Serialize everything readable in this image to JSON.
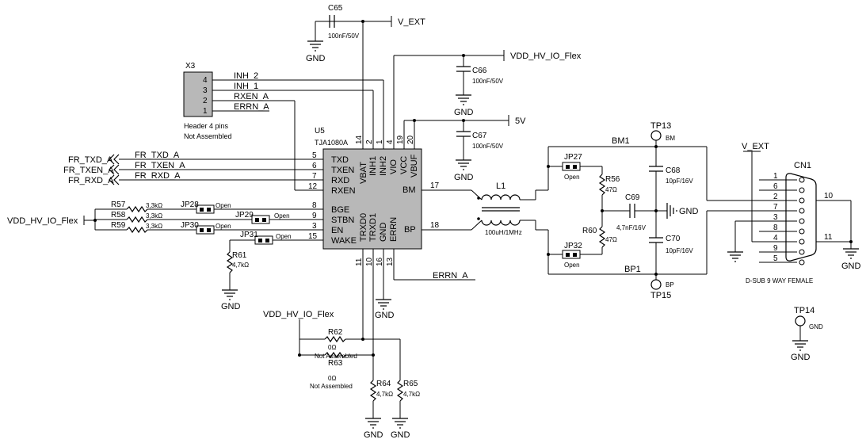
{
  "ic": {
    "ref": "U5",
    "part": "TJA1080A",
    "left_pins": [
      {
        "num": "5",
        "name": "TXD"
      },
      {
        "num": "6",
        "name": "TXEN"
      },
      {
        "num": "7",
        "name": "RXD"
      },
      {
        "num": "12",
        "name": "RXEN"
      },
      {
        "num": "8",
        "name": "BGE"
      },
      {
        "num": "9",
        "name": "STBN"
      },
      {
        "num": "3",
        "name": "EN"
      },
      {
        "num": "15",
        "name": "WAKE"
      }
    ],
    "top_pins": [
      {
        "num": "14",
        "name": "VBAT"
      },
      {
        "num": "2",
        "name": "INH1"
      },
      {
        "num": "1",
        "name": "INH2"
      },
      {
        "num": "4",
        "name": "VIO"
      },
      {
        "num": "19",
        "name": "VCC"
      },
      {
        "num": "20",
        "name": "VBUF"
      }
    ],
    "bottom_pins": [
      {
        "num": "11",
        "name": "TRXD0"
      },
      {
        "num": "10",
        "name": "TRXD1"
      },
      {
        "num": "16",
        "name": "GND"
      },
      {
        "num": "13",
        "name": "ERRN"
      }
    ],
    "right_pins": [
      {
        "num": "17",
        "name": "BM"
      },
      {
        "num": "18",
        "name": "BP"
      }
    ]
  },
  "header": {
    "ref": "X3",
    "pins": [
      "4",
      "3",
      "2",
      "1"
    ],
    "nets": [
      "INH_2",
      "INH_1",
      "RXEN_A",
      "ERRN_A"
    ],
    "note1": "Header 4 pins",
    "note2": "Not Assembled"
  },
  "ports": {
    "fr_txd": "FR_TXD_A",
    "fr_txen": "FR_TXEN_A",
    "fr_rxd": "FR_RXD_A",
    "vdd_left": "VDD_HV_IO_Flex",
    "v_ext_top": "V_EXT",
    "vdd_top": "VDD_HV_IO_Flex",
    "v5": "5V",
    "errn_a": "ERRN_A",
    "vdd_bottom": "VDD_HV_IO_Flex",
    "v_ext_conn": "V_EXT"
  },
  "caps": {
    "c65": {
      "ref": "C65",
      "val": "100nF/50V"
    },
    "c66": {
      "ref": "C66",
      "val": "100nF/50V"
    },
    "c67": {
      "ref": "C67",
      "val": "100nF/50V"
    },
    "c68": {
      "ref": "C68",
      "val": "10pF/16V"
    },
    "c69": {
      "ref": "C69",
      "val": "4,7nF/16V"
    },
    "c70": {
      "ref": "C70",
      "val": "10pF/16V"
    }
  },
  "resistors": {
    "r57": {
      "ref": "R57",
      "val": "3,3kΩ"
    },
    "r58": {
      "ref": "R58",
      "val": "3,3kΩ"
    },
    "r59": {
      "ref": "R59",
      "val": "3,3kΩ"
    },
    "r61": {
      "ref": "R61",
      "val": "4,7kΩ"
    },
    "r62": {
      "ref": "R62",
      "val": "0Ω",
      "note": "Not Assembled"
    },
    "r63": {
      "ref": "R63",
      "val": "0Ω",
      "note": "Not Assembled"
    },
    "r64": {
      "ref": "R64",
      "val": "4,7kΩ"
    },
    "r65": {
      "ref": "R65",
      "val": "4,7kΩ"
    },
    "r56": {
      "ref": "R56",
      "val": "47Ω"
    },
    "r60": {
      "ref": "R60",
      "val": "47Ω"
    }
  },
  "jumpers": {
    "jp28": {
      "ref": "JP28",
      "state": "Open"
    },
    "jp29": {
      "ref": "JP29",
      "state": "Open"
    },
    "jp30": {
      "ref": "JP30",
      "state": "Open"
    },
    "jp31": {
      "ref": "JP31",
      "state": "Open"
    },
    "jp27": {
      "ref": "JP27",
      "state": "Open"
    },
    "jp32": {
      "ref": "JP32",
      "state": "Open"
    }
  },
  "choke": {
    "ref": "L1",
    "val": "100uH/1MHz"
  },
  "tps": {
    "tp13": {
      "ref": "TP13",
      "net": "BM"
    },
    "tp15": {
      "ref": "TP15",
      "net": "BP"
    },
    "tp14": {
      "ref": "TP14",
      "net": "GND"
    }
  },
  "nets": {
    "bm1": "BM1",
    "bp1": "BP1"
  },
  "connector": {
    "ref": "CN1",
    "pins": [
      "1",
      "6",
      "2",
      "7",
      "3",
      "8",
      "4",
      "9",
      "5"
    ],
    "pin10": "10",
    "pin11": "11",
    "desc": "D-SUB 9 WAY FEMALE"
  },
  "gnd_label": "GND"
}
